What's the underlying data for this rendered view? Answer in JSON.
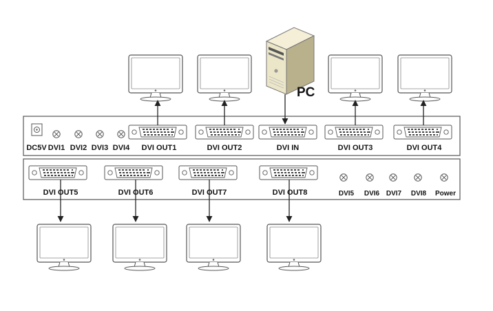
{
  "pc_label": "PC",
  "top_panel": {
    "power_jack_label": "DC5V",
    "leds": [
      "DVI1",
      "DVI2",
      "DVI3",
      "DVI4"
    ],
    "ports": {
      "out1": "DVI OUT1",
      "out2": "DVI OUT2",
      "in": "DVI IN",
      "out3": "DVI OUT3",
      "out4": "DVI OUT4"
    }
  },
  "bottom_panel": {
    "ports": {
      "out5": "DVI OUT5",
      "out6": "DVI OUT6",
      "out7": "DVI OUT7",
      "out8": "DVI OUT8"
    },
    "leds": [
      "DVI5",
      "DVI6",
      "DVI7",
      "DVI8",
      "Power"
    ]
  },
  "colors": {
    "line": "#333333",
    "panel_stroke": "#555555",
    "pc_body": "#ece6c8",
    "pc_shade": "#b9b08c"
  }
}
